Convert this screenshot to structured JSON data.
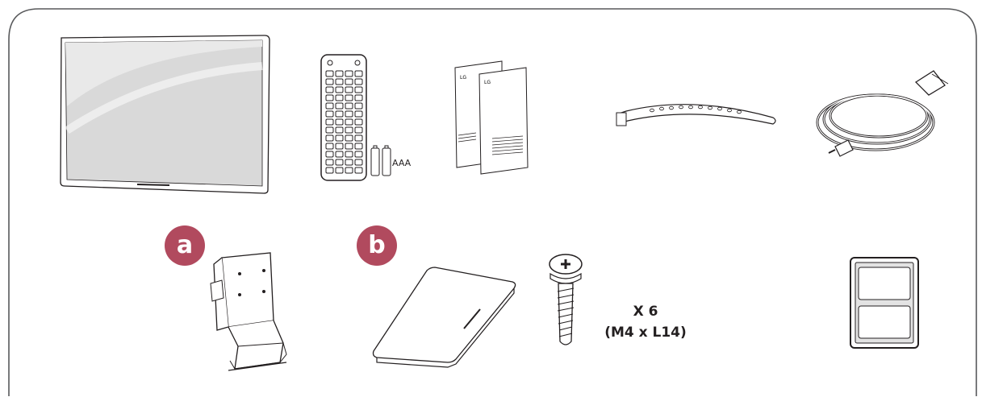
{
  "badges": [
    {
      "letter": "a"
    },
    {
      "letter": "b"
    }
  ],
  "colors": {
    "badge": "#b14a5e",
    "outline": "#231f20",
    "frame": "#58595b"
  },
  "labels": {
    "batteries": "AAA",
    "screw_count": "X 6",
    "screw_size": "(M4 x L14)"
  },
  "manual_logo": "LG",
  "items": [
    {
      "icon": "monitor-icon"
    },
    {
      "icon": "remote-control-icon"
    },
    {
      "icon": "battery-icon"
    },
    {
      "icon": "manual-icon"
    },
    {
      "icon": "cable-tie-icon"
    },
    {
      "icon": "power-cord-icon"
    },
    {
      "icon": "stand-body-icon"
    },
    {
      "icon": "stand-base-icon"
    },
    {
      "icon": "screw-icon"
    },
    {
      "icon": "card-icon"
    }
  ]
}
